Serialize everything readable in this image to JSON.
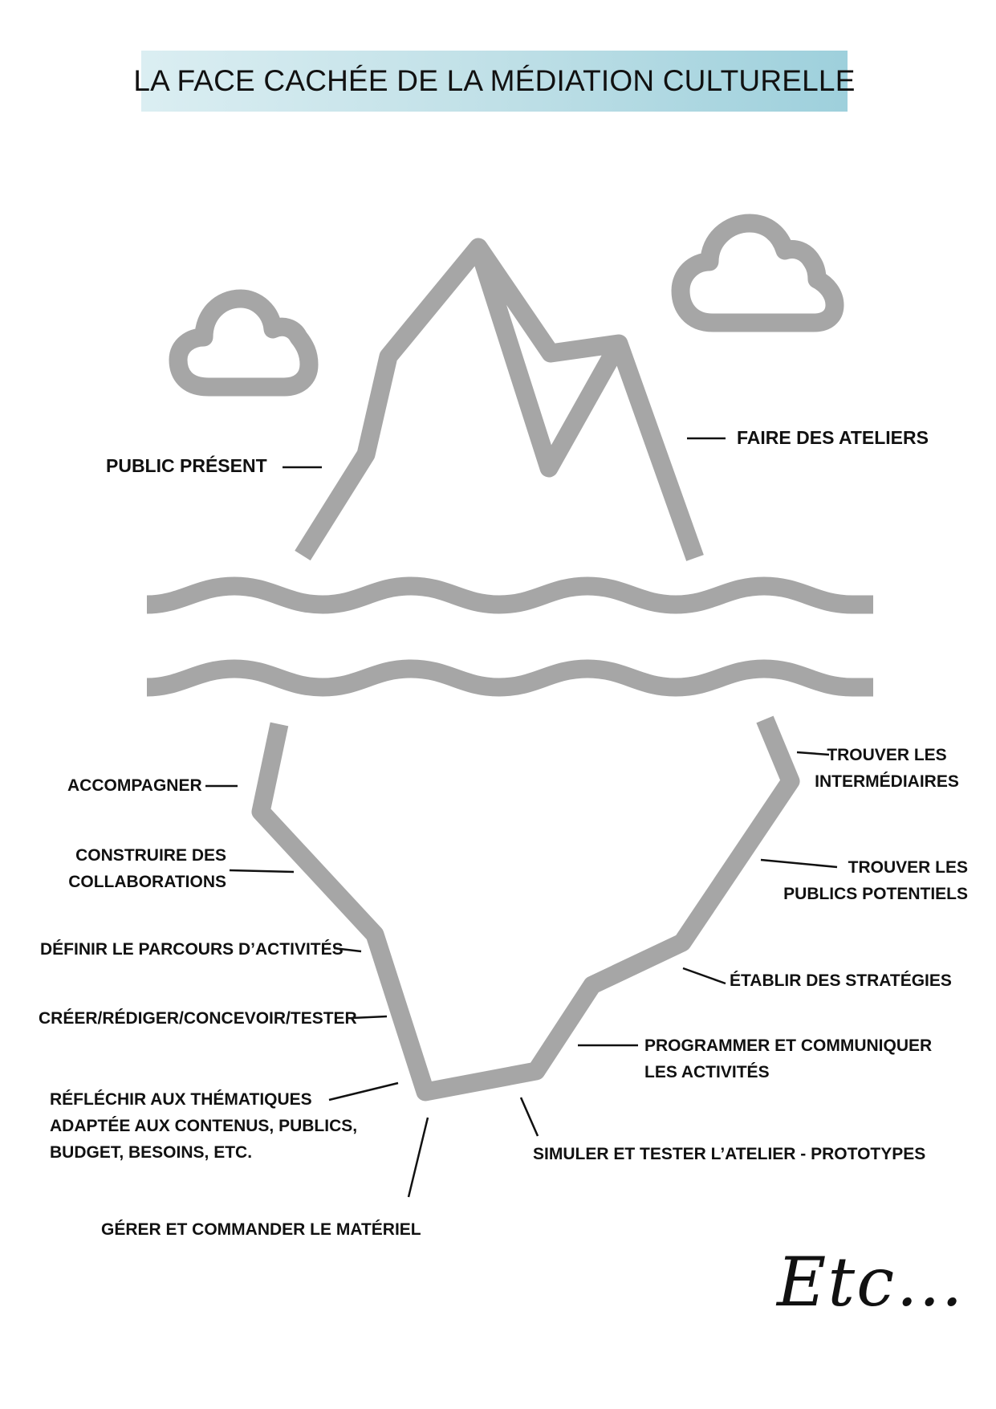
{
  "title": "LA FACE CACHÉE DE LA MÉDIATION CULTURELLE",
  "colors": {
    "banner_gradient_start": "#dbeef2",
    "banner_gradient_end": "#9ed0dc",
    "shape_stroke": "#a6a6a6",
    "text": "#111111"
  },
  "icons": [
    "cloud-icon",
    "cloud-icon",
    "iceberg-tip",
    "waves",
    "iceberg-base"
  ],
  "above_water": {
    "left_label": "PUBLIC PRÉSENT",
    "right_label": "FAIRE DES ATELIERS"
  },
  "below_water": {
    "accompagner": "ACCOMPAGNER",
    "collaborations": [
      "CONSTRUIRE DES",
      "COLLABORATIONS"
    ],
    "parcours": "DÉFINIR LE PARCOURS D’ACTIVITÉS",
    "creer": "CRÉER/RÉDIGER/CONCEVOIR/TESTER",
    "reflechir": [
      "RÉFLÉCHIR AUX THÉMATIQUES",
      "ADAPTÉE AUX CONTENUS, PUBLICS,",
      "BUDGET, BESOINS, ETC."
    ],
    "materiel": "GÉRER ET COMMANDER LE MATÉRIEL",
    "intermediaires": [
      "TROUVER LES",
      "INTERMÉDIAIRES"
    ],
    "publics_potentiels": [
      "TROUVER LES",
      "PUBLICS POTENTIELS"
    ],
    "strategies": "ÉTABLIR DES STRATÉGIES",
    "programmer": [
      "PROGRAMMER ET COMMUNIQUER",
      "LES ACTIVITÉS"
    ],
    "simuler": "SIMULER ET TESTER L’ATELIER - PROTOTYPES"
  },
  "footer": "Etc…"
}
